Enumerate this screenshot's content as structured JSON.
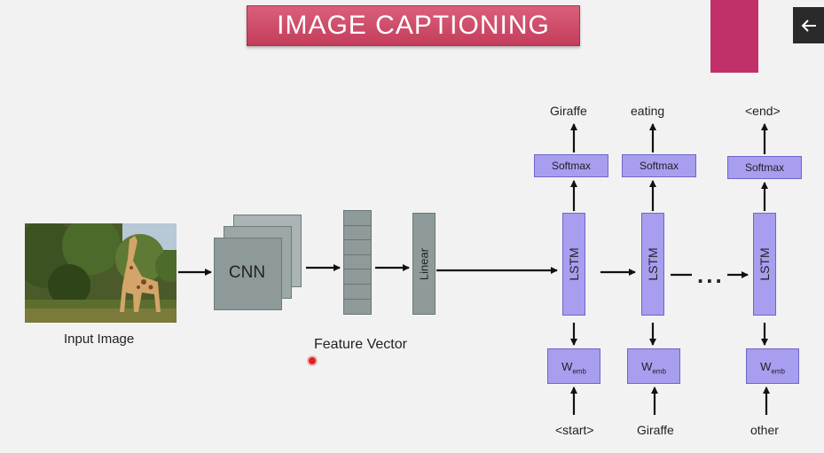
{
  "title": "IMAGE CAPTIONING",
  "input_image_label": "Input Image",
  "cnn_label": "CNN",
  "feature_vector_label": "Feature Vector",
  "linear_label": "Linear",
  "lstm_label": "LSTM",
  "softmax_label": "Softmax",
  "wemb_base": "W",
  "wemb_sub": "emb",
  "ellipsis": "...",
  "outputs": [
    "Giraffe",
    "eating",
    "<end>"
  ],
  "inputs": [
    "<start>",
    "Giraffe",
    "other"
  ],
  "icons": {
    "back": "arrow-left-icon",
    "cursor": "pointer-dot-icon"
  },
  "colors": {
    "title_bg": "#c43d5c",
    "accent": "#c2306a",
    "lstm_fill": "#a79ef0",
    "block_fill": "#8e9a9a"
  }
}
